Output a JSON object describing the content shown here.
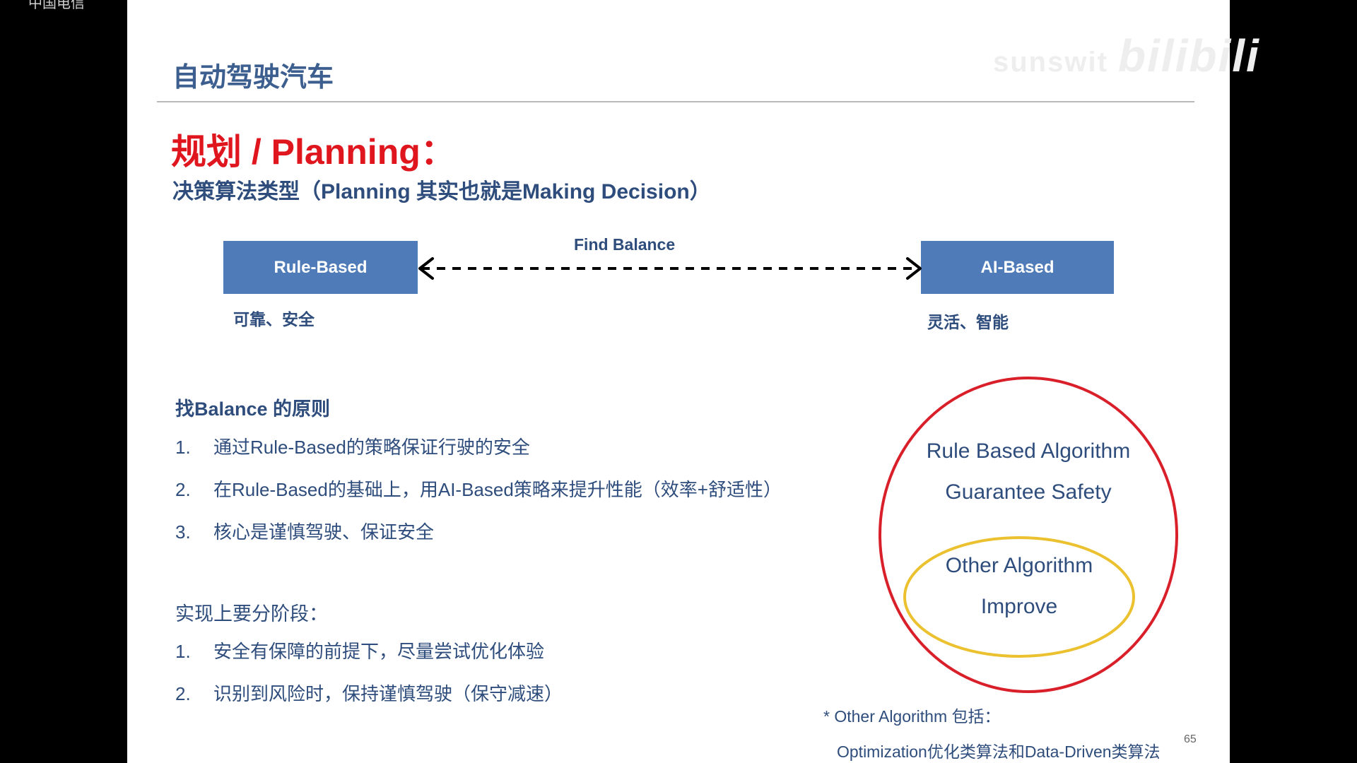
{
  "top_left_text": "中国电信",
  "watermark": {
    "text": "sunswit",
    "logo": "bilibili"
  },
  "slide": {
    "header_title": "自动驾驶汽车",
    "section_title": "规划 / Planning：",
    "subtitle": "决策算法类型（Planning 其实也就是Making Decision）",
    "balance": {
      "left_box": "Rule-Based",
      "right_box": "AI-Based",
      "arrow_label": "Find Balance",
      "left_note": "可靠、安全",
      "right_note": "灵活、智能"
    },
    "principles": {
      "heading": "找Balance 的原则",
      "items": [
        {
          "num": "1.",
          "text": "通过Rule-Based的策略保证行驶的安全"
        },
        {
          "num": "2.",
          "text": "在Rule-Based的基础上，用AI-Based策略来提升性能（效率+舒适性）"
        },
        {
          "num": "3.",
          "text": "核心是谨慎驾驶、保证安全"
        }
      ]
    },
    "stages": {
      "heading": "实现上要分阶段：",
      "items": [
        {
          "num": "1.",
          "text": "安全有保障的前提下，尽量尝试优化体验"
        },
        {
          "num": "2.",
          "text": "识别到风险时，保持谨慎驾驶（保守减速）"
        }
      ]
    },
    "venn": {
      "outer_line1": "Rule Based Algorithm",
      "outer_line2": "Guarantee Safety",
      "inner_line1": "Other Algorithm",
      "inner_line2": "Improve",
      "outer_color": "#d9202a",
      "inner_color": "#ecc12f"
    },
    "footnote_line1": "* Other Algorithm 包括：",
    "footnote_line2": "Optimization优化类算法和Data-Driven类算法",
    "page_number": "65"
  },
  "colors": {
    "title_blue": "#3d5f8f",
    "text_blue": "#2e4d7c",
    "box_blue": "#4f7bb8",
    "accent_red": "#e0161f"
  }
}
